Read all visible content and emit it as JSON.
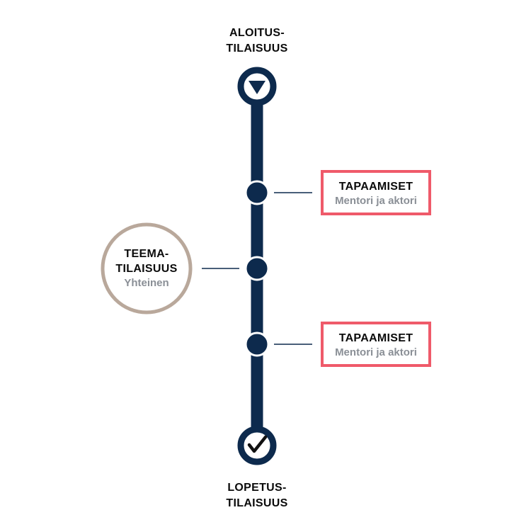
{
  "start": {
    "line1": "ALOITUS-",
    "line2": "TILAISUUS"
  },
  "end": {
    "line1": "LOPETUS-",
    "line2": "TILAISUUS"
  },
  "meetings": [
    {
      "title": "TAPAAMISET",
      "subtitle": "Mentori ja aktori"
    },
    {
      "title": "TAPAAMISET",
      "subtitle": "Mentori ja aktori"
    }
  ],
  "theme_event": {
    "line1": "TEEMA-",
    "line2": "TILAISUUS",
    "subtitle": "Yhteinen"
  },
  "icons": {
    "start": "down-triangle-icon",
    "end": "checkmark-icon"
  },
  "colors": {
    "navy": "#0d2a4d",
    "pink": "#ef5a6a",
    "taupe": "#b9a89b",
    "gray_text": "#8a8f96"
  }
}
